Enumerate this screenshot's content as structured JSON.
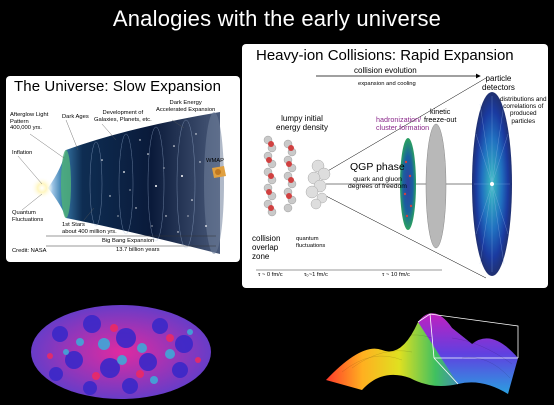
{
  "slide": {
    "title": "Analogies with the early universe"
  },
  "left_panel": {
    "title": "The Universe: Slow Expansion",
    "labels": {
      "afterglow": "Afterglow Light\nPattern\n400,000 yrs.",
      "dark_ages": "Dark Ages",
      "development": "Development of\nGalaxies, Planets, etc.",
      "dark_energy": "Dark Energy\nAccelerated Expansion",
      "inflation": "Inflation",
      "quantum": "Quantum\nFluctuations",
      "wmap": "WMAP",
      "first_stars": "1st Stars\nabout 400 million yrs.",
      "big_bang": "Big Bang Expansion",
      "years": "13.7 billion years",
      "credit": "Credit: NASA"
    }
  },
  "right_panel": {
    "title": "Heavy-ion Collisions: Rapid Expansion",
    "labels": {
      "collision_evolution": "collision evolution",
      "expansion_cooling": "expansion and cooling",
      "particle_detectors": "particle\ndetectors",
      "distributions": "distributions and\ncorrelations of\nproduced\nparticles",
      "lumpy": "lumpy initial\nenergy density",
      "hadronization": "hadronization/\ncluster formation",
      "kinetic": "kinetic\nfreeze-out",
      "qgp": "QGP phase",
      "quark_gluon": "quark and gluon\ndegrees of freedom",
      "collision_overlap": "collision\noverlap\nzone",
      "quantum_fluct": "quantum\nfluctuations",
      "t0": "τ ~ 0 fm/c",
      "t1": "τ₀~1 fm/c",
      "t10": "τ ~ 10 fm/c"
    }
  }
}
